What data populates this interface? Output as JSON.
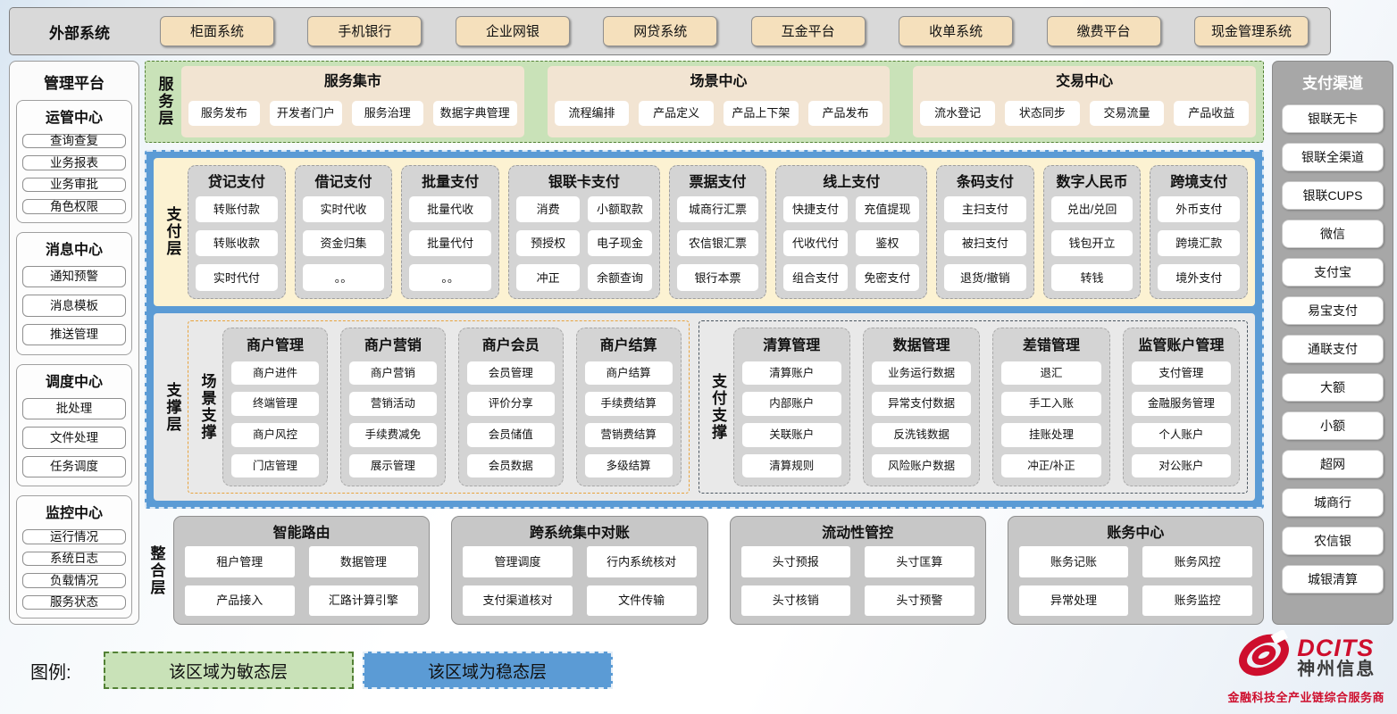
{
  "external_systems": {
    "label": "外部系统",
    "items": [
      "柜面系统",
      "手机银行",
      "企业网银",
      "网贷系统",
      "互金平台",
      "收单系统",
      "缴费平台",
      "现金管理系统"
    ]
  },
  "management_platform": {
    "title": "管理平台",
    "groups": [
      {
        "title": "运管中心",
        "items": [
          "查询查复",
          "业务报表",
          "业务审批",
          "角色权限"
        ]
      },
      {
        "title": "消息中心",
        "items": [
          "通知预警",
          "消息模板",
          "推送管理"
        ]
      },
      {
        "title": "调度中心",
        "items": [
          "批处理",
          "文件处理",
          "任务调度"
        ]
      },
      {
        "title": "监控中心",
        "items": [
          "运行情况",
          "系统日志",
          "负载情况",
          "服务状态"
        ]
      }
    ]
  },
  "service_layer": {
    "label": "服务层",
    "groups": [
      {
        "title": "服务集市",
        "items": [
          "服务发布",
          "开发者门户",
          "服务治理",
          "数据字典管理"
        ]
      },
      {
        "title": "场景中心",
        "items": [
          "流程编排",
          "产品定义",
          "产品上下架",
          "产品发布"
        ]
      },
      {
        "title": "交易中心",
        "items": [
          "流水登记",
          "状态同步",
          "交易流量",
          "产品收益"
        ]
      }
    ]
  },
  "payment_layer": {
    "label": "支付层",
    "groups": [
      {
        "title": "贷记支付",
        "cols": 1,
        "items": [
          "转账付款",
          "转账收款",
          "实时代付"
        ]
      },
      {
        "title": "借记支付",
        "cols": 1,
        "items": [
          "实时代收",
          "资金归集",
          "。。"
        ]
      },
      {
        "title": "批量支付",
        "cols": 1,
        "items": [
          "批量代收",
          "批量代付",
          "。。"
        ]
      },
      {
        "title": "银联卡支付",
        "cols": 2,
        "items": [
          "消费",
          "小额取款",
          "预授权",
          "电子现金",
          "冲正",
          "余额查询"
        ]
      },
      {
        "title": "票据支付",
        "cols": 1,
        "items": [
          "城商行汇票",
          "农信银汇票",
          "银行本票"
        ]
      },
      {
        "title": "线上支付",
        "cols": 2,
        "items": [
          "快捷支付",
          "充值提现",
          "代收代付",
          "鉴权",
          "组合支付",
          "免密支付"
        ]
      },
      {
        "title": "条码支付",
        "cols": 1,
        "items": [
          "主扫支付",
          "被扫支付",
          "退货/撤销"
        ]
      },
      {
        "title": "数字人民币",
        "cols": 1,
        "items": [
          "兑出/兑回",
          "钱包开立",
          "转钱"
        ]
      },
      {
        "title": "跨境支付",
        "cols": 1,
        "items": [
          "外币支付",
          "跨境汇款",
          "境外支付"
        ]
      }
    ]
  },
  "support_layer": {
    "label": "支撑层",
    "sections": [
      {
        "label": "场景支撑",
        "style": "scene",
        "groups": [
          {
            "title": "商户管理",
            "items": [
              "商户进件",
              "终端管理",
              "商户风控",
              "门店管理"
            ]
          },
          {
            "title": "商户营销",
            "items": [
              "商户营销",
              "营销活动",
              "手续费减免",
              "展示管理"
            ]
          },
          {
            "title": "商户会员",
            "items": [
              "会员管理",
              "评价分享",
              "会员储值",
              "会员数据"
            ]
          },
          {
            "title": "商户结算",
            "items": [
              "商户结算",
              "手续费结算",
              "营销费结算",
              "多级结算"
            ]
          }
        ]
      },
      {
        "label": "支付支撑",
        "style": "pay",
        "groups": [
          {
            "title": "清算管理",
            "items": [
              "清算账户",
              "内部账户",
              "关联账户",
              "清算规则"
            ]
          },
          {
            "title": "数据管理",
            "items": [
              "业务运行数据",
              "异常支付数据",
              "反洗钱数据",
              "风险账户数据"
            ]
          },
          {
            "title": "差错管理",
            "items": [
              "退汇",
              "手工入账",
              "挂账处理",
              "冲正/补正"
            ]
          },
          {
            "title": "监管账户管理",
            "items": [
              "支付管理",
              "金融服务管理",
              "个人账户",
              "对公账户"
            ]
          }
        ]
      }
    ]
  },
  "integration_layer": {
    "label": "整合层",
    "groups": [
      {
        "title": "智能路由",
        "items": [
          "租户管理",
          "数据管理",
          "产品接入",
          "汇路计算引擎"
        ]
      },
      {
        "title": "跨系统集中对账",
        "items": [
          "管理调度",
          "行内系统核对",
          "支付渠道核对",
          "文件传输"
        ]
      },
      {
        "title": "流动性管控",
        "items": [
          "头寸预报",
          "头寸匡算",
          "头寸核销",
          "头寸预警"
        ]
      },
      {
        "title": "账务中心",
        "items": [
          "账务记账",
          "账务风控",
          "异常处理",
          "账务监控"
        ]
      }
    ]
  },
  "payment_channels": {
    "title": "支付渠道",
    "items": [
      "银联无卡",
      "银联全渠道",
      "银联CUPS",
      "微信",
      "支付宝",
      "易宝支付",
      "通联支付",
      "大额",
      "小额",
      "超网",
      "城商行",
      "农信银",
      "城银清算"
    ]
  },
  "legend": {
    "label": "图例:",
    "items": [
      {
        "text": "该区域为敏态层",
        "type": "agile"
      },
      {
        "text": "该区域为稳态层",
        "type": "stable"
      }
    ]
  },
  "logo": {
    "brand": "DCITS",
    "company": "神州信息",
    "tagline": "金融科技全产业链综合服务商"
  },
  "colors": {
    "agile_green": "#c9e2b8",
    "agile_border": "#538135",
    "stable_blue": "#5b9bd5",
    "payment_cream": "#fcf2d2",
    "group_gray": "#d4d4d4",
    "scene_orange": "#e8a33d",
    "brand_red": "#ce0e2d"
  }
}
